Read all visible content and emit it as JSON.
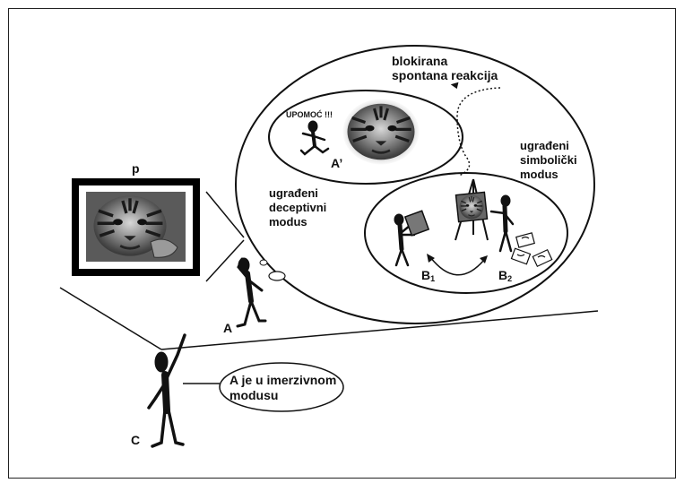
{
  "labels": {
    "blocked_reaction_line1": "blokirana",
    "blocked_reaction_line2": "spontana reakcija",
    "help_shout": "UPOMOĆ !!!",
    "figure_a_prime": "A’",
    "symbolic_mode_line1": "ugrađeni",
    "symbolic_mode_line2": "simbolički",
    "symbolic_mode_line3": "modus",
    "deceptive_mode_line1": "ugrađeni",
    "deceptive_mode_line2": "deceptivni",
    "deceptive_mode_line3": "modus",
    "picture_label": "p",
    "figure_b1_letter": "B",
    "figure_b1_sub": "1",
    "figure_b2_letter": "B",
    "figure_b2_sub": "2",
    "figure_a": "A",
    "figure_c": "C",
    "speech_line1": "A je u imerzivnom",
    "speech_line2": "modusu"
  },
  "colors": {
    "ink": "#111111",
    "frame": "#000000",
    "background": "#ffffff"
  },
  "icons": {
    "tiger": "tiger-photo",
    "stick_figure": "stick-figure"
  }
}
